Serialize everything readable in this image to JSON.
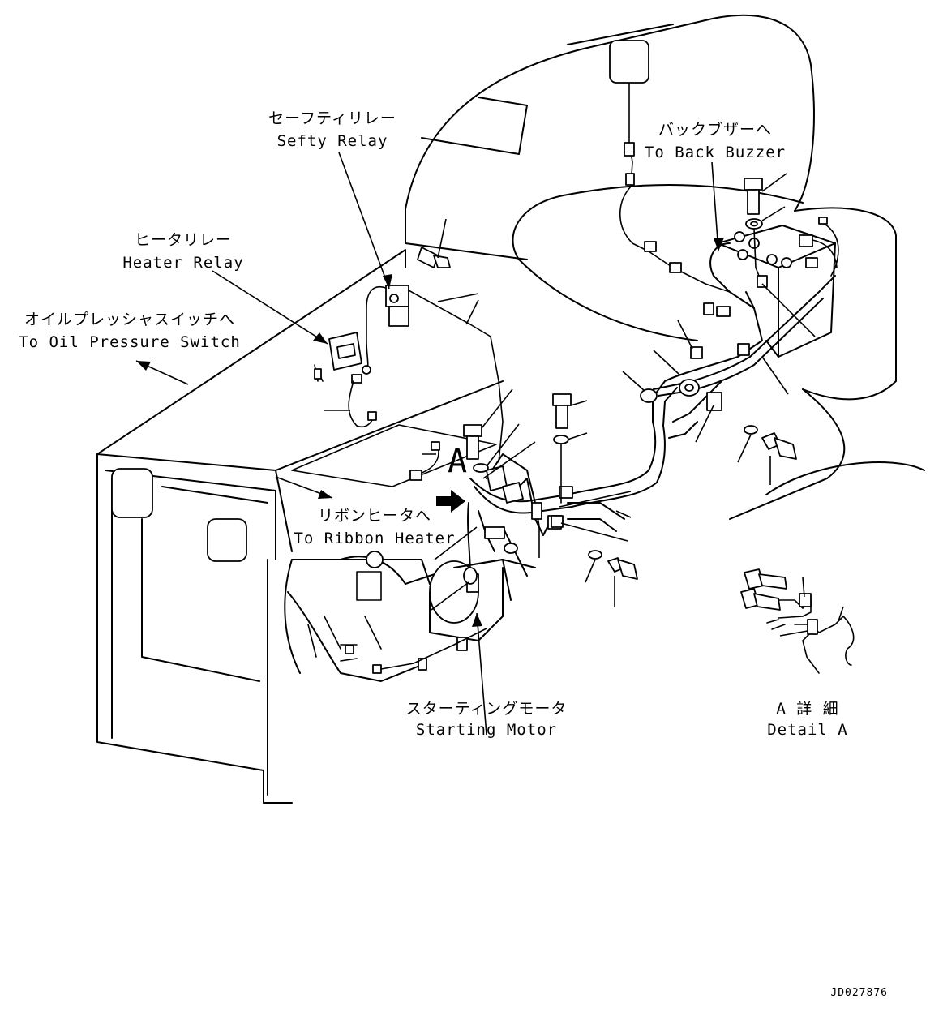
{
  "drawing": {
    "id": "JD027876",
    "detail_letter": "A"
  },
  "callouts": {
    "safety_relay_jp": "セーフティリレー",
    "safety_relay_en": "Sefty Relay",
    "heater_relay_jp": "ヒータリレー",
    "heater_relay_en": "Heater Relay",
    "oil_pressure_jp": "オイルプレッシャスイッチへ",
    "oil_pressure_en": "To Oil Pressure Switch",
    "back_buzzer_jp": "バックブザーへ",
    "back_buzzer_en": "To Back Buzzer",
    "ribbon_heater_jp": "リボンヒータへ",
    "ribbon_heater_en": "To Ribbon Heater",
    "starting_motor_jp": "スターティングモータ",
    "starting_motor_en": "Starting Motor",
    "detail_jp": "A 詳 細",
    "detail_en": "Detail A"
  }
}
